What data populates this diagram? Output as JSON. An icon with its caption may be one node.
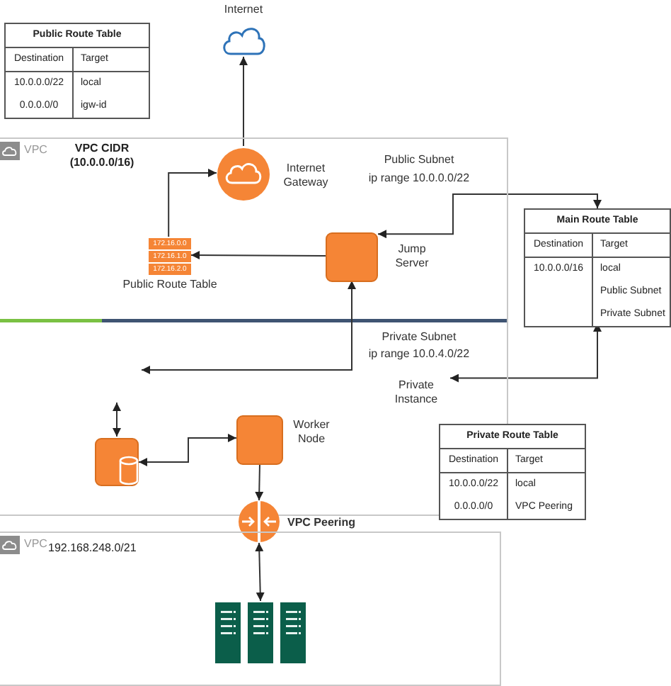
{
  "diagram": {
    "nodes": [
      {
        "text": [
          "Public Route Table",
          "Destination",
          "Target",
          "10.0.0.0/22",
          "local",
          "0.0.0.0/0",
          "igw-id"
        ]
      },
      {
        "text": [],
        "shape": "cloud",
        "beside": [
          "Internet"
        ]
      },
      {
        "text": [
          "VPC",
          "VPC CIDR (10.0.0.0/16)"
        ]
      },
      {
        "text": [],
        "shape": "circle",
        "beside": [
          "Internet Gateway"
        ],
        "in": 2
      },
      {
        "text": [
          "172.16.0.0",
          "172.16.1.0",
          "172.16.2.0"
        ],
        "beside": [
          "Public Route Table"
        ],
        "in": 2
      },
      {
        "text": [],
        "shape": "box",
        "beside": [
          "Jump Server"
        ],
        "in": 2
      },
      {
        "text": [
          "Main Route Table",
          "Destination",
          "Target",
          "10.0.0.0/16",
          "local",
          "Public Subnet",
          "Private Subnet"
        ]
      },
      {
        "text": [
          "Private Instance"
        ],
        "in": 2
      },
      {
        "text": [],
        "shape": "box",
        "in": 2
      },
      {
        "text": [],
        "shape": "box",
        "beside": [
          "Worker Node"
        ],
        "in": 2
      },
      {
        "text": [],
        "shape": "circle",
        "beside": [
          "VPC Peering"
        ]
      },
      {
        "text": [
          "Private Route Table",
          "Destination",
          "Target",
          "10.0.0.0/22",
          "local",
          "0.0.0.0/0",
          "VPC  Peering"
        ]
      },
      {
        "text": [
          "VPC",
          "192.168.248.0/21"
        ]
      },
      {
        "text": [],
        "shape": "server",
        "in": 12
      }
    ],
    "edges": [
      {
        "from": 3,
        "to": 1,
        "arrow": "to"
      },
      {
        "from": 4,
        "to": 3,
        "arrow": "to"
      },
      {
        "from": 5,
        "to": 4,
        "arrow": "to"
      },
      {
        "from": 6,
        "to": 5,
        "arrow": "both"
      },
      {
        "from": 6,
        "to": 7,
        "arrow": "both"
      },
      {
        "from": null,
        "to": 5,
        "arrow": "both"
      },
      {
        "from": null,
        "to": 8,
        "arrow": "both"
      },
      {
        "from": 8,
        "to": 9,
        "arrow": "both"
      },
      {
        "from": 9,
        "to": 10,
        "arrow": "to"
      },
      {
        "from": 10,
        "to": 13,
        "arrow": "both"
      }
    ],
    "labels": [
      "Public Subnet",
      "ip range 10.0.0.0/22",
      "Private Subnet",
      "ip range 10.0.4.0/22"
    ]
  }
}
